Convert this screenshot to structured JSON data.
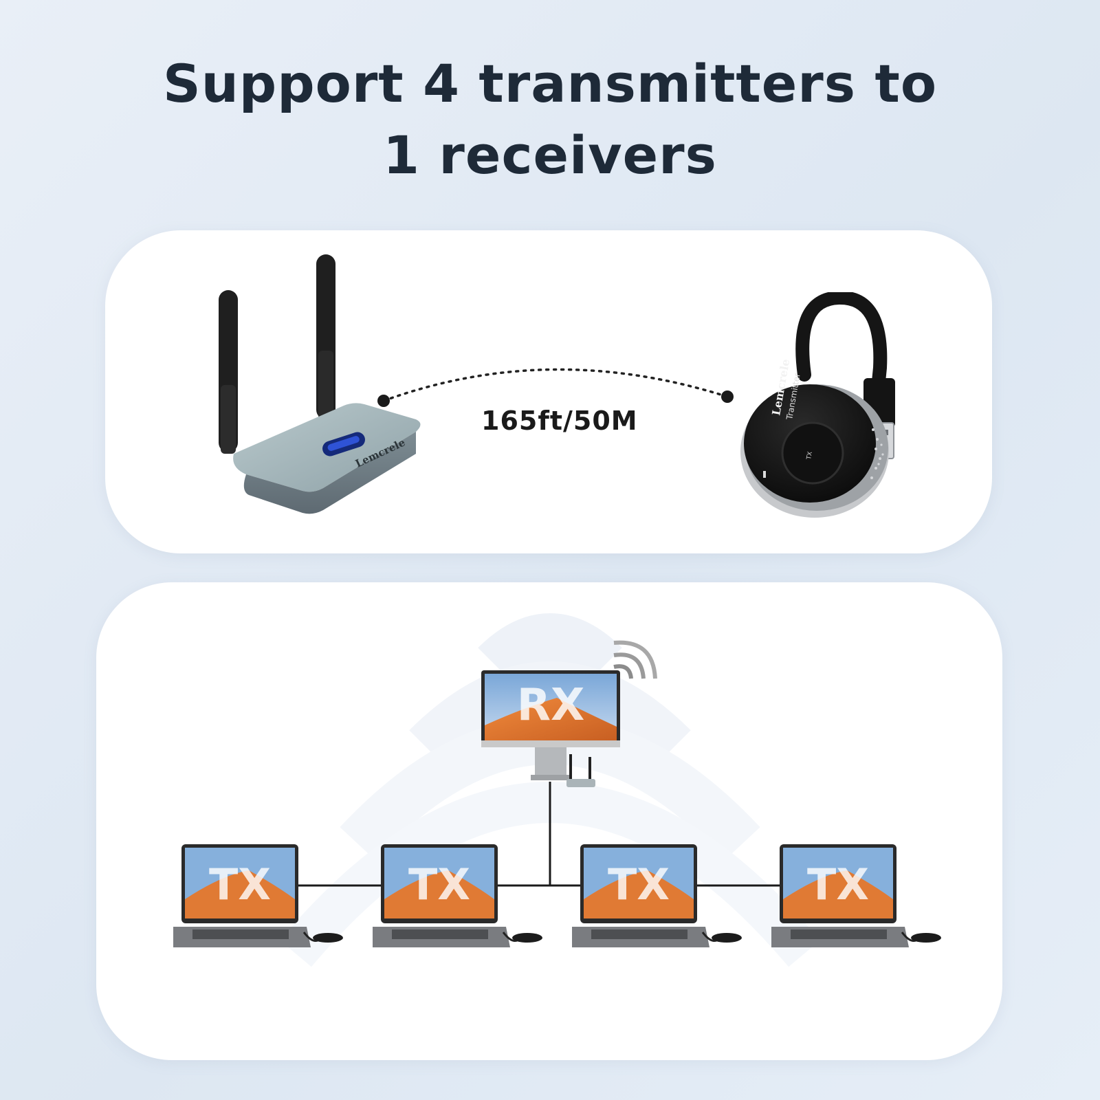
{
  "headline": {
    "line1": "Support 4 transmitters to",
    "line2": "1 receivers"
  },
  "top_panel": {
    "distance": "165ft/50M",
    "receiver_brand": "Lemcrele",
    "transmitter_brand": "Lemcrele",
    "transmitter_model": "Transmitter",
    "transmitter_button": "TX"
  },
  "network": {
    "receiver_label": "RX",
    "transmitter_labels": [
      "TX",
      "TX",
      "TX",
      "TX"
    ]
  },
  "colors": {
    "background": "#e4ecf5",
    "headline": "#1e2a38",
    "panel": "#ffffff",
    "dune": "#e07a34",
    "sky": "#8fb6e0"
  },
  "icons": [
    "receiver-device-icon",
    "transmitter-dongle-icon",
    "wifi-signal-icon",
    "monitor-icon",
    "laptop-icon"
  ]
}
